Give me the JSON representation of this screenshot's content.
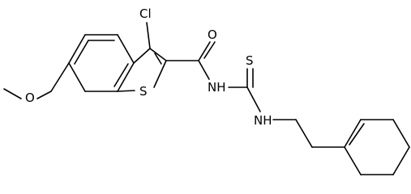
{
  "molecule": {
    "atoms": {
      "cl": "Cl",
      "o_carbonyl": "O",
      "s_ring": "S",
      "nh_1": "NH",
      "s_thio": "S",
      "nh_2": "NH",
      "o_methoxy": "O"
    }
  },
  "colors": {
    "ink": "#000000",
    "background": "#ffffff"
  }
}
